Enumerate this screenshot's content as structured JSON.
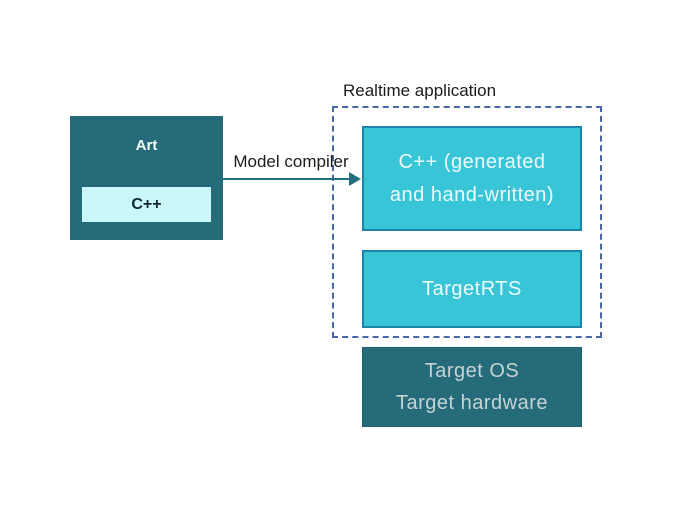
{
  "diagram": {
    "art_box": {
      "title": "Art",
      "code_label": "C++"
    },
    "compiler_arrow": {
      "label": "Model compiler"
    },
    "realtime_app": {
      "title": "Realtime application",
      "generated_box": {
        "line1": "C++ (generated",
        "line2": "and hand-written)"
      },
      "target_rts_box": {
        "label": "TargetRTS"
      }
    },
    "platform_box": {
      "line1": "Target OS",
      "line2": "Target hardware"
    },
    "colors": {
      "dark_teal": "#266b79",
      "cyan_fill": "#38c5d7",
      "cyan_border": "#1d85a9",
      "light_cyan": "#caf7fb",
      "dashed_border": "#4767a9",
      "arrow": "#20707f",
      "label_text": "#1b1b1b"
    }
  }
}
